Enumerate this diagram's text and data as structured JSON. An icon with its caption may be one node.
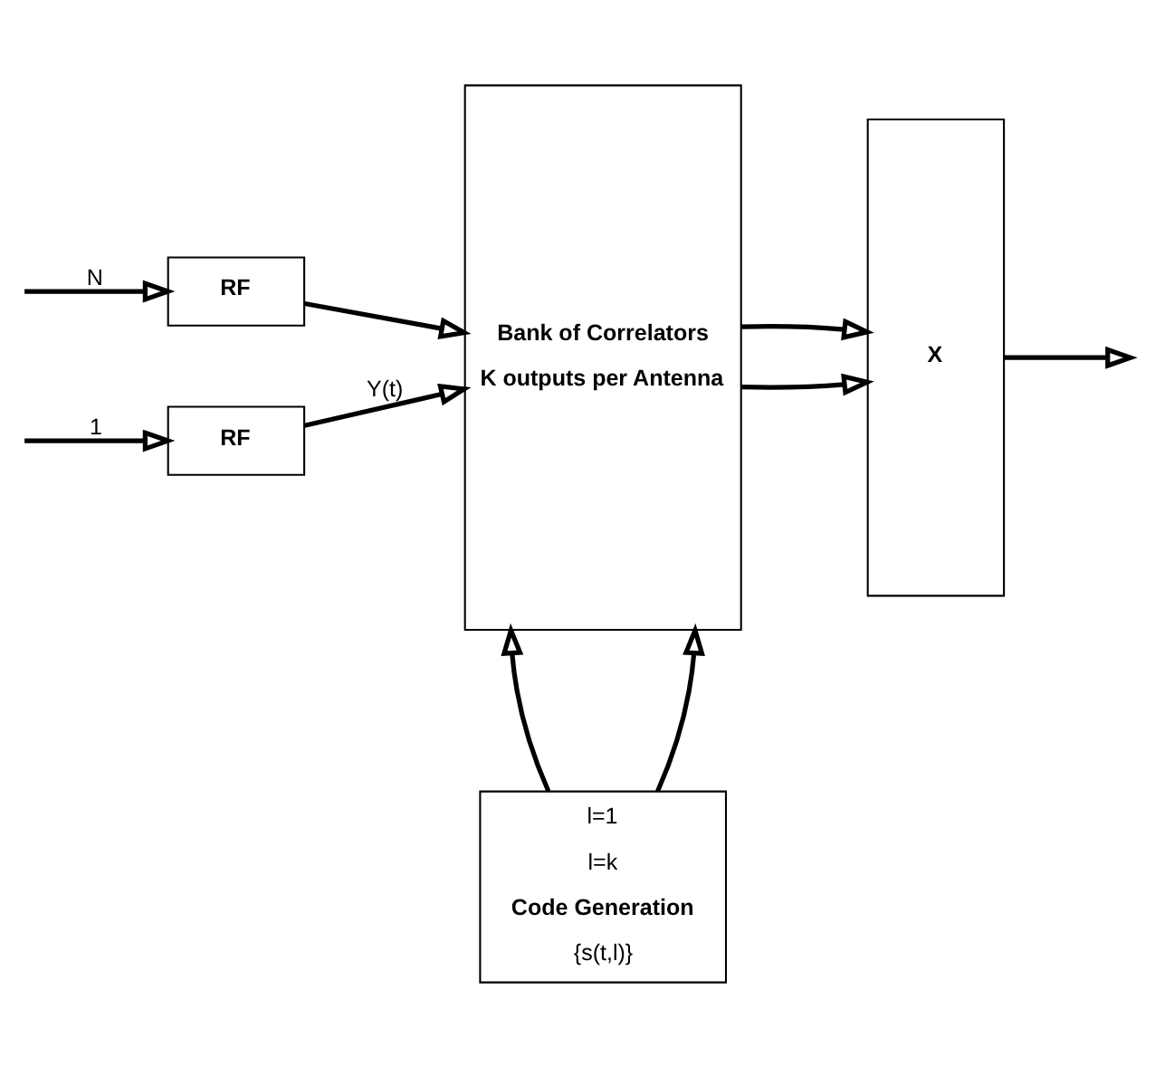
{
  "diagram": {
    "nodes": [
      {
        "text": [
          "RF"
        ]
      },
      {
        "text": [
          "RF"
        ]
      },
      {
        "text": [
          "Bank of Correlators",
          "K outputs per Antenna"
        ]
      },
      {
        "text": [
          "X"
        ]
      },
      {
        "text": [
          "l=1",
          "l=k",
          "Code Generation",
          "{s(t,l)}"
        ]
      }
    ],
    "edges": [
      {
        "from": null,
        "to": 0,
        "arrow": "to",
        "label": "1"
      },
      {
        "from": null,
        "to": 1,
        "arrow": "to",
        "label": "N"
      },
      {
        "from": 0,
        "to": 2,
        "arrow": "to",
        "label": "Y(t)"
      },
      {
        "from": 1,
        "to": 2,
        "arrow": "to"
      },
      {
        "from": 2,
        "to": 3,
        "arrow": "to"
      },
      {
        "from": 2,
        "to": 3,
        "arrow": "to"
      },
      {
        "from": 3,
        "to": null,
        "arrow": "to"
      },
      {
        "from": 4,
        "to": 2,
        "arrow": "to"
      },
      {
        "from": 4,
        "to": 2,
        "arrow": "to"
      }
    ]
  }
}
